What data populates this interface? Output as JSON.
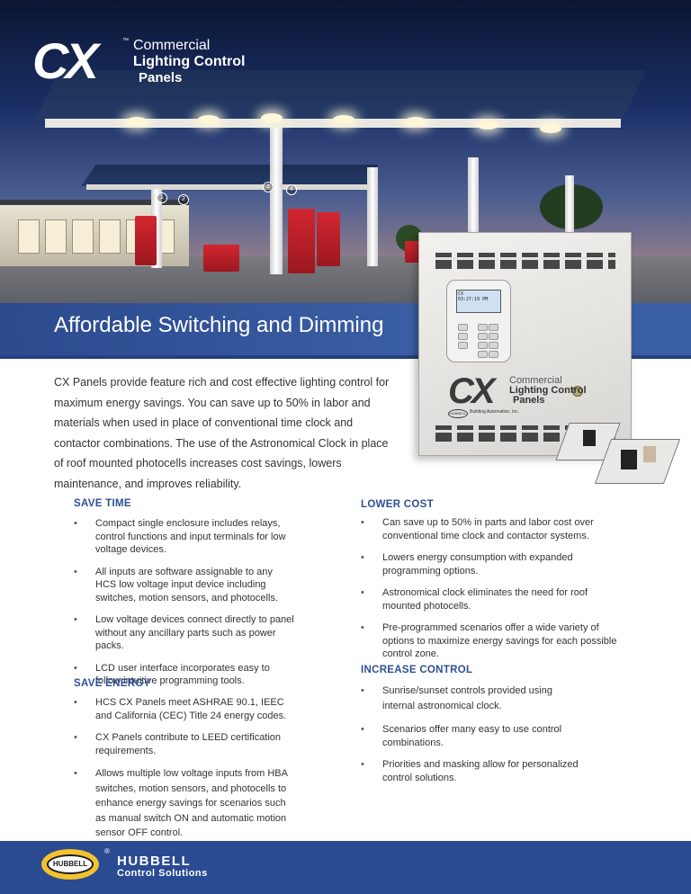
{
  "hero": {
    "logo": {
      "mark": "CX",
      "tm": "™",
      "line1": "Commercial",
      "line2": "Lighting Control",
      "line3": "Panels"
    },
    "callouts": [
      "1",
      "2",
      "3",
      "4"
    ],
    "title": "Affordable Switching and Dimming"
  },
  "panel": {
    "lcd_lines": [
      "CX",
      "03:27:19 PM"
    ],
    "logo": {
      "mark": "CX",
      "line1": "Commercial",
      "line2": "Lighting Control",
      "line3": "Panels",
      "badge": "HUBBELL",
      "sub": "Building Automation, Inc."
    }
  },
  "intro": "CX Panels provide feature rich and cost effective lighting control for maximum energy savings. You can save up to 50% in labor and materials when used in place of conventional time clock and contactor combinations. The use of the Astronomical Clock in place of roof mounted photocells increases cost savings, lowers maintenance, and improves reliability.",
  "sections": {
    "save_time": {
      "heading": "SAVE TIME",
      "items": [
        "Compact single enclosure includes relays, control functions and input terminals for low voltage devices.",
        "All inputs are software assignable to any HCS low voltage input device including switches, motion sensors, and photocells.",
        "Low voltage devices connect directly to panel without any ancillary parts such as power packs.",
        "LCD user interface incorporates easy to follow intuitive programming tools."
      ]
    },
    "save_energy": {
      "heading": "SAVE ENERGY",
      "items": [
        "HCS CX Panels meet ASHRAE 90.1, IEEC and California (CEC) Title 24 energy codes.",
        "CX Panels contribute to LEED certification requirements.",
        "Allows multiple low voltage inputs from HBA switches, motion sensors, and photocells to enhance energy savings for scenarios such as manual switch ON and automatic motion sensor OFF control."
      ]
    },
    "lower_cost": {
      "heading": "LOWER COST",
      "items": [
        "Can save up to 50% in parts and labor cost over conventional time clock and contactor systems.",
        "Lowers energy consumption with expanded programming options.",
        "Astronomical clock eliminates the need for roof mounted photocells.",
        "Pre-programmed scenarios offer a wide variety of options to maximize energy savings for each possible control zone."
      ]
    },
    "increase_control": {
      "heading": "INCREASE CONTROL",
      "items": [
        "Sunrise/sunset controls provided using internal astronomical clock.",
        "Scenarios offer many easy to use control combinations.",
        "Priorities and masking allow for personalized control solutions."
      ]
    }
  },
  "bullet": "•",
  "footer": {
    "badge": "HUBBELL",
    "reg": "®",
    "brand": "HUBBELL",
    "sub": "Control Solutions"
  }
}
